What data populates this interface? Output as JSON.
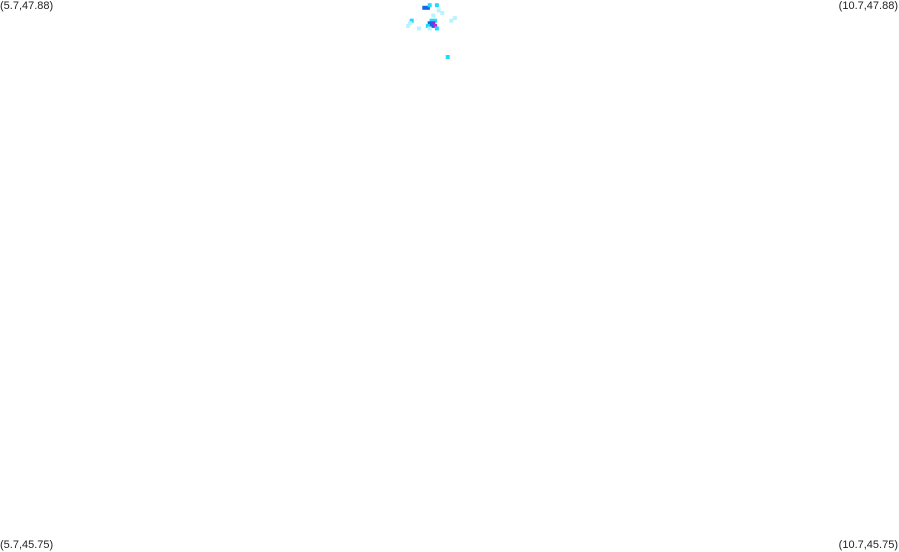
{
  "corner_labels": {
    "top_left": "(5.7,47.88)",
    "top_right": "(10.7,47.88)",
    "bottom_left": "(5.7,45.75)",
    "bottom_right": "(10.7,45.75)"
  },
  "extent": {
    "lon_min": 5.7,
    "lon_max": 10.7,
    "lat_min": 45.75,
    "lat_max": 47.88
  },
  "colors": {
    "background": "#ffffff",
    "light": "#b8f4ff",
    "cyan": "#22d8ff",
    "blue": "#1466e6",
    "violet": "#8a2be2",
    "magenta": "#cc22cc"
  },
  "echoes": [
    {
      "lon": 8.06,
      "lat": 47.85,
      "level": "blue"
    },
    {
      "lon": 8.08,
      "lat": 47.85,
      "level": "blue"
    },
    {
      "lon": 8.09,
      "lat": 47.86,
      "level": "cyan"
    },
    {
      "lon": 8.13,
      "lat": 47.86,
      "level": "cyan"
    },
    {
      "lon": 8.14,
      "lat": 47.84,
      "level": "light"
    },
    {
      "lon": 8.16,
      "lat": 47.83,
      "level": "light"
    },
    {
      "lon": 8.23,
      "lat": 47.81,
      "level": "light"
    },
    {
      "lon": 8.21,
      "lat": 47.8,
      "level": "light"
    },
    {
      "lon": 8.11,
      "lat": 47.82,
      "level": "light"
    },
    {
      "lon": 8.1,
      "lat": 47.8,
      "level": "cyan"
    },
    {
      "lon": 8.12,
      "lat": 47.8,
      "level": "cyan"
    },
    {
      "lon": 8.09,
      "lat": 47.79,
      "level": "blue"
    },
    {
      "lon": 8.11,
      "lat": 47.79,
      "level": "violet"
    },
    {
      "lon": 8.12,
      "lat": 47.78,
      "level": "magenta"
    },
    {
      "lon": 8.1,
      "lat": 47.78,
      "level": "blue"
    },
    {
      "lon": 8.08,
      "lat": 47.78,
      "level": "cyan"
    },
    {
      "lon": 8.13,
      "lat": 47.77,
      "level": "cyan"
    },
    {
      "lon": 8.09,
      "lat": 47.77,
      "level": "light"
    },
    {
      "lon": 7.99,
      "lat": 47.8,
      "level": "cyan"
    },
    {
      "lon": 7.98,
      "lat": 47.79,
      "level": "light"
    },
    {
      "lon": 7.97,
      "lat": 47.78,
      "level": "light"
    },
    {
      "lon": 8.03,
      "lat": 47.77,
      "level": "light"
    },
    {
      "lon": 8.19,
      "lat": 47.66,
      "level": "cyan"
    }
  ]
}
